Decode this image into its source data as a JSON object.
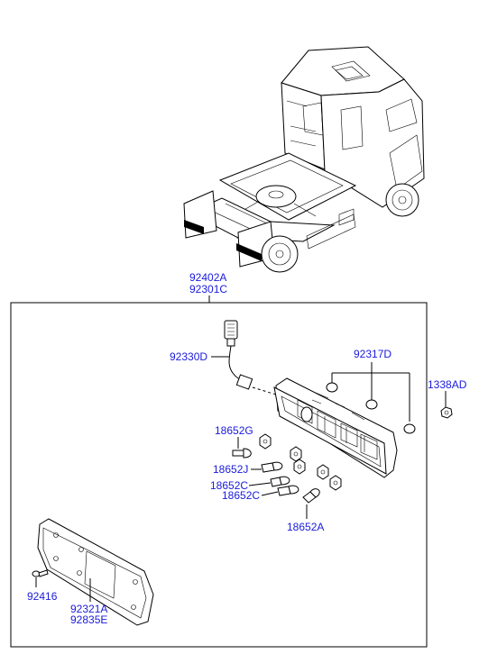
{
  "labels": {
    "assembly_a": "92402A",
    "assembly_c": "92301C",
    "wiring": "92330D",
    "grommet": "92317D",
    "nut": "1338AD",
    "bulb_g": "18652G",
    "bulb_j": "18652J",
    "bulb_c1": "18652C",
    "bulb_c2": "18652C",
    "bulb_a": "18652A",
    "screw": "92416",
    "plate_a": "92321A",
    "plate_e": "92835E"
  },
  "colors": {
    "label": "#1a1adc",
    "line": "#000000"
  }
}
